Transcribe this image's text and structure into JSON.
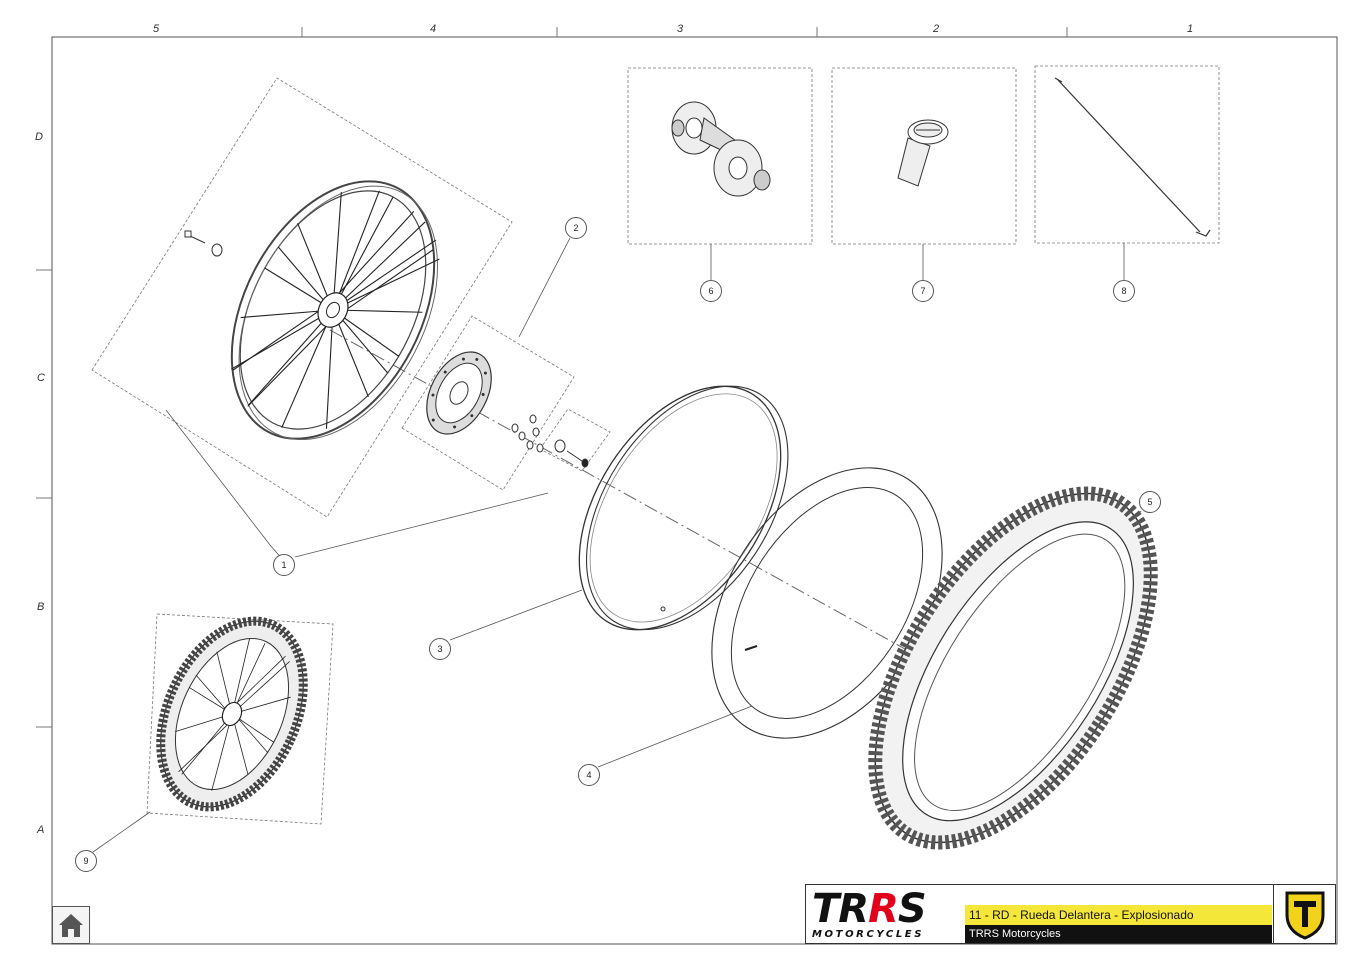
{
  "drawing": {
    "column_labels": [
      "5",
      "4",
      "3",
      "2",
      "1"
    ],
    "row_labels": [
      "D",
      "C",
      "B",
      "A"
    ],
    "callouts": [
      "1",
      "2",
      "3",
      "4",
      "5",
      "6",
      "7",
      "8",
      "9"
    ]
  },
  "title_block": {
    "logo_main_a": "TR",
    "logo_main_b": "R",
    "logo_main_c": "S",
    "logo_sub": "MOTORCYCLES",
    "title": "11 - RD - Rueda Delantera - Explosionado",
    "company": "TRRS Motorcycles"
  },
  "colors": {
    "title_bar": "#f5e63a",
    "company_bar": "#111111",
    "logo_accent": "#e3001b",
    "shield_yellow": "#f2d21b"
  },
  "icons": {
    "home": "home-icon",
    "shield": "brand-shield-icon"
  }
}
